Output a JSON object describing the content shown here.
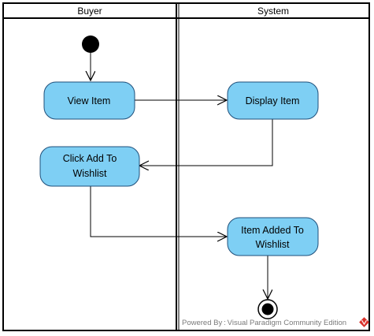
{
  "lanes": [
    {
      "title": "Buyer"
    },
    {
      "title": "System"
    }
  ],
  "nodes": {
    "view_item": {
      "label": "View Item"
    },
    "display_item": {
      "label": "Display Item"
    },
    "click_add": {
      "lines": [
        "Click Add To",
        "Wishlist"
      ]
    },
    "item_added": {
      "lines": [
        "Item Added To",
        "Wishlist"
      ]
    }
  },
  "watermark": {
    "text": "Powered By : Visual Paradigm Community Edition"
  },
  "colors": {
    "node_fill": "#7ecff4",
    "node_stroke": "#1f4f7a",
    "line": "#000000",
    "logo_red": "#d9312b"
  }
}
